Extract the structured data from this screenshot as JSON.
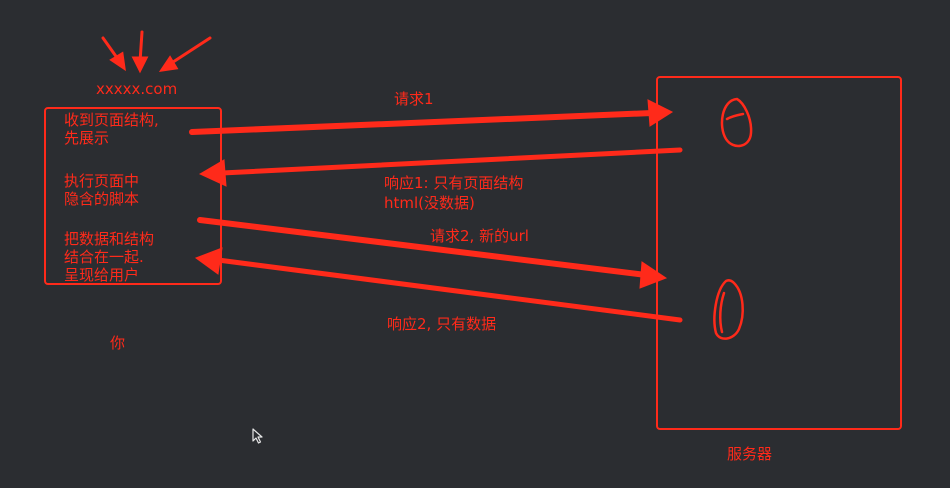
{
  "domain_label": "xxxxx.com",
  "client": {
    "steps": [
      [
        "收到页面结构,",
        "先展示"
      ],
      [
        "执行页面中",
        "隐含的脚本"
      ],
      [
        "把数据和结构",
        "结合在一起.",
        "呈现给用户"
      ]
    ],
    "label": "你"
  },
  "server": {
    "label": "服务器"
  },
  "arrows": {
    "request1": "请求1",
    "response1_line1": "响应1: 只有页面结构",
    "response1_line2": "html(没数据)",
    "request2": "请求2, 新的url",
    "response2": "响应2, 只有数据"
  },
  "colors": {
    "background": "#2b2d31",
    "ink": "#ff2a1a"
  }
}
